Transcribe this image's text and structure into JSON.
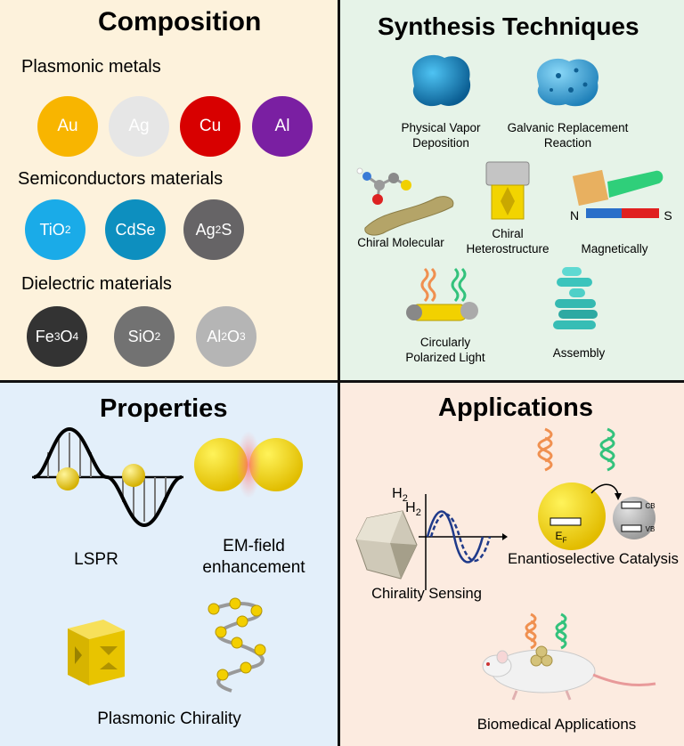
{
  "composition": {
    "title": "Composition",
    "plasmonic": {
      "heading": "Plasmonic metals",
      "items": [
        {
          "label": "Au",
          "color": "#f8b500"
        },
        {
          "label": "Ag",
          "color": "#e6e6e6"
        },
        {
          "label": "Cu",
          "color": "#d80000"
        },
        {
          "label": "Al",
          "color": "#7a1fa2"
        }
      ]
    },
    "semiconductors": {
      "heading": "Semiconductors materials",
      "items": [
        {
          "label": "TiO",
          "sub": "2",
          "color": "#1aabe8"
        },
        {
          "label": "CdSe",
          "color": "#0d8fbf"
        },
        {
          "label": "Ag",
          "sub": "2",
          "tail": "S",
          "color": "#666466"
        }
      ]
    },
    "dielectric": {
      "heading": "Dielectric materials",
      "items": [
        {
          "label": "Fe",
          "sub": "3",
          "mid": "O",
          "sub2": "4",
          "color": "#333333"
        },
        {
          "label": "SiO",
          "sub": "2",
          "color": "#727272"
        },
        {
          "label": "Al",
          "sub": "2",
          "mid": "O",
          "sub2": "3",
          "color": "#b5b5b5"
        }
      ]
    }
  },
  "synthesis": {
    "title": "Synthesis Techniques",
    "pvd": "Physical Vapor\nDeposition",
    "galvanic": "Galvanic Replacement\nReaction",
    "chiral_molecular": "Chiral Molecular",
    "chiral_hetero": "Chiral\nHeterostructure",
    "magnetically": "Magnetically",
    "magnet_n": "N",
    "magnet_s": "S",
    "cpl": "Circularly\nPolarized Light",
    "assembly": "Assembly"
  },
  "properties": {
    "title": "Properties",
    "lspr": "LSPR",
    "em_field": "EM-field\nenhancement",
    "plasmonic_chirality": "Plasmonic Chirality"
  },
  "applications": {
    "title": "Applications",
    "h2_top": "H",
    "h2_top_sub": "2",
    "h2_bottom": "H",
    "h2_bottom_sub": "2",
    "chirality_sensing": "Chirality Sensing",
    "enantio": "Enantioselective Catalysis",
    "ef": "E",
    "ef_sub": "F",
    "cb": "CB",
    "vb": "VB",
    "biomedical": "Biomedical Applications"
  }
}
